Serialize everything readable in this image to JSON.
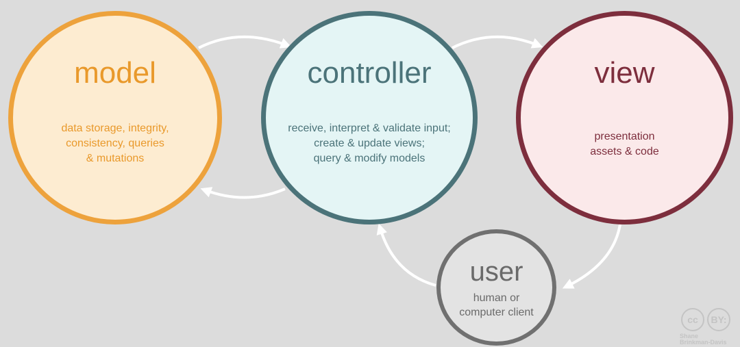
{
  "nodes": {
    "model": {
      "title": "model",
      "desc": [
        "data storage, integrity,",
        "consistency, queries",
        "& mutations"
      ]
    },
    "controller": {
      "title": "controller",
      "desc": [
        "receive, interpret & validate input;",
        "create & update views;",
        "query & modify models"
      ]
    },
    "view": {
      "title": "view",
      "desc": [
        "presentation",
        "assets & code"
      ]
    },
    "user": {
      "title": "user",
      "desc": [
        "human or",
        "computer client"
      ]
    }
  },
  "license": {
    "badges": [
      "cc",
      "BY:"
    ],
    "author": [
      "Shane",
      "Brinkman-Davis"
    ]
  },
  "colors": {
    "model": "#eda23c",
    "controller": "#4b7379",
    "view": "#7d2e3d",
    "user": "#707070",
    "arrow": "#ffffff",
    "background": "#dcdcdc"
  }
}
